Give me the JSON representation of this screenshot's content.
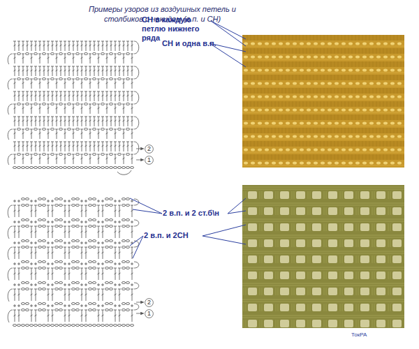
{
  "diagram": {
    "title": "Примеры узоров из воздушных петель и столбиков с накидом (в.п. и СН)",
    "nodes": [
      {
        "text": [
          "2"
        ]
      },
      {
        "text": [
          "1"
        ]
      },
      {
        "text": [
          "2"
        ]
      },
      {
        "text": [
          "1"
        ]
      }
    ],
    "labels": [
      "СН в каждую петлю нижнего ряда",
      "СН и одна в.п.",
      "2 в.п. и 2 ст.б\\н",
      "2 в.п. и 2СН",
      "ТокРА"
    ]
  }
}
